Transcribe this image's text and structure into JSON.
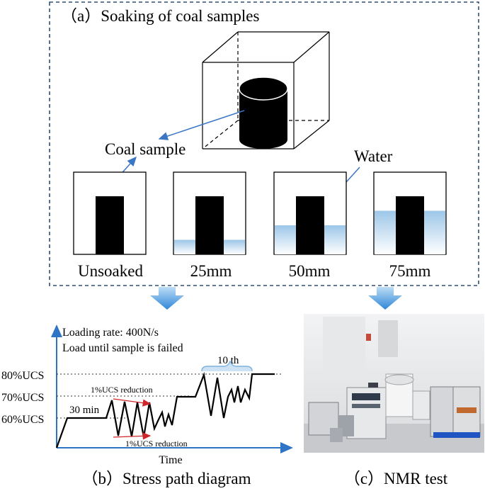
{
  "panel_a": {
    "title": "（a）Soaking of coal samples",
    "coal_label": "Coal sample",
    "water_label": "Water",
    "soak_labels": [
      "Unsoaked",
      "25mm",
      "50mm",
      "75mm"
    ],
    "soak_levels": [
      0,
      0.25,
      0.5,
      0.75
    ]
  },
  "panel_b": {
    "caption": "（b）Stress path diagram",
    "note_line1": "Loading rate: 400N/s",
    "note_line2": "Load until sample is failed",
    "y_levels": [
      "80%UCS",
      "70%UCS",
      "60%UCS"
    ],
    "x_label": "Time",
    "hold_label": "30 min",
    "reduction_top": "1%UCS reduction",
    "reduction_bottom": "1%UCS reduction",
    "cycle_label": "10 th"
  },
  "panel_c": {
    "caption": "（c）NMR test"
  },
  "colors": {
    "frame": "#2f4f73",
    "arrow": "#2e75c5",
    "water": "#a9cde9",
    "red": "#d0262b"
  }
}
